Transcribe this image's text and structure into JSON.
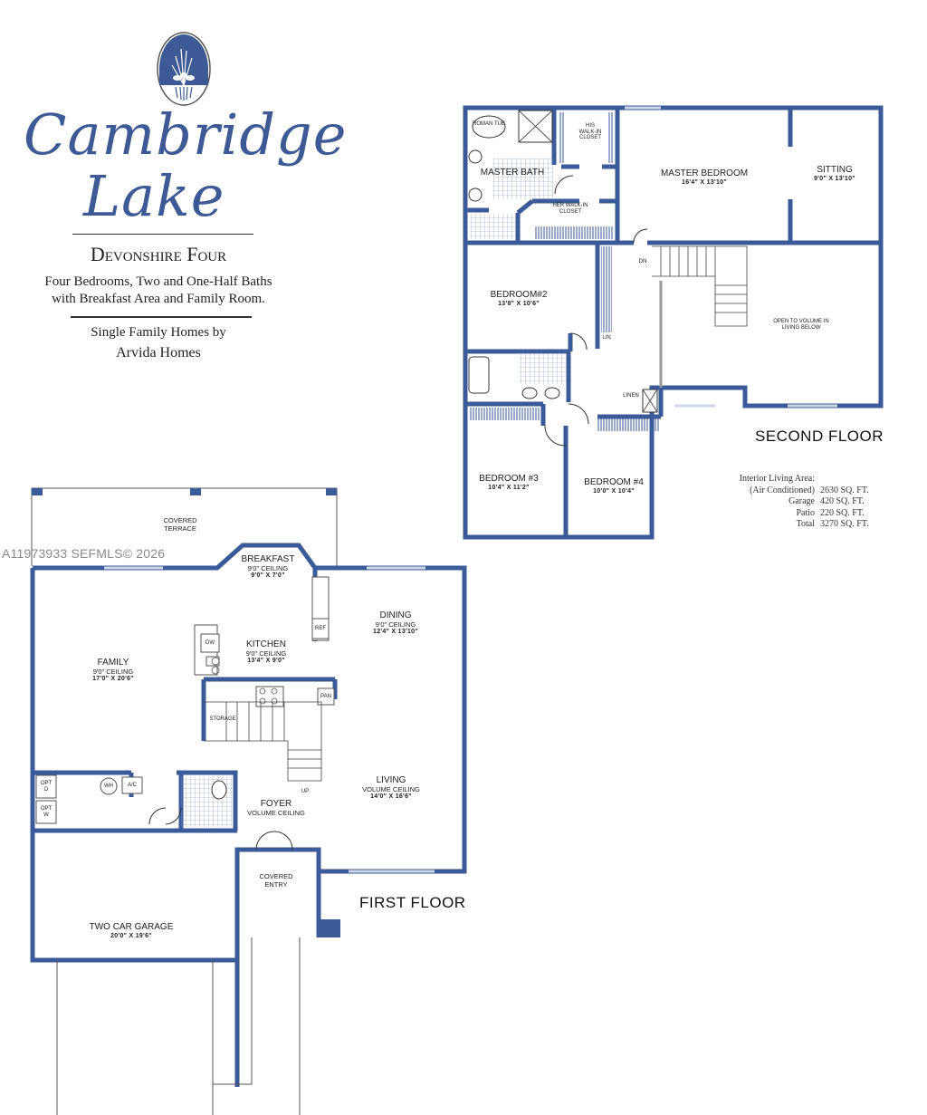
{
  "header": {
    "logo": "cambridge-lake-oval-emblem",
    "title_line1": "Cambridge",
    "title_line2": "Lake",
    "model_name": "Devonshire Four",
    "description_line1": "Four Bedrooms, Two and One-Half Baths",
    "description_line2": "with Breakfast Area and Family Room.",
    "builder_line1": "Single Family Homes by",
    "builder_line2": "Arvida Homes"
  },
  "colors": {
    "wall": "#3a5a9a",
    "logo": "#3d5a96",
    "text": "#222222",
    "watermark": "#8a8a8a"
  },
  "second_floor": {
    "title": "SECOND FLOOR",
    "rooms": [
      {
        "name": "ROMAN TUB",
        "dims": ""
      },
      {
        "name": "MASTER BATH",
        "dims": ""
      },
      {
        "name": "HIS WALK-IN CLOSET",
        "dims": ""
      },
      {
        "name": "HER WALK-IN CLOSET",
        "dims": ""
      },
      {
        "name": "MASTER BEDROOM",
        "dims": "16'4\" X 13'10\""
      },
      {
        "name": "SITTING",
        "dims": "9'0\" X 13'10\""
      },
      {
        "name": "BEDROOM#2",
        "dims": "13'8\" X 10'6\""
      },
      {
        "name": "LIN",
        "dims": ""
      },
      {
        "name": "LINEN",
        "dims": ""
      },
      {
        "name": "OPEN TO VOLUME IN LIVING BELOW",
        "dims": ""
      },
      {
        "name": "BEDROOM #3",
        "dims": "10'4\" X 11'2\""
      },
      {
        "name": "BEDROOM #4",
        "dims": "10'0\" X 10'4\""
      }
    ],
    "stair_label": "DN"
  },
  "area_summary": {
    "rows": [
      {
        "label": "Interior Living Area:",
        "value": ""
      },
      {
        "label": "(Air Conditioned)",
        "value": "2630 SQ. FT."
      },
      {
        "label": "Garage",
        "value": "420 SQ. FT."
      },
      {
        "label": "Patio",
        "value": "220 SQ. FT."
      },
      {
        "label": "Total",
        "value": "3270 SQ. FT."
      }
    ]
  },
  "first_floor": {
    "title": "FIRST FLOOR",
    "rooms": [
      {
        "name": "COVERED TERRACE",
        "ceiling": "",
        "dims": ""
      },
      {
        "name": "BREAKFAST",
        "ceiling": "9'0\" CEILING",
        "dims": "9'0\" X 7'0\""
      },
      {
        "name": "DINING",
        "ceiling": "9'0\" CEILING",
        "dims": "12'4\" X 13'10\""
      },
      {
        "name": "KITCHEN",
        "ceiling": "9'0\" CEILING",
        "dims": "13'4\" X 9'0\""
      },
      {
        "name": "FAMILY",
        "ceiling": "9'0\" CEILING",
        "dims": "17'0\" X 20'6\""
      },
      {
        "name": "STORAGE",
        "ceiling": "",
        "dims": ""
      },
      {
        "name": "LIVING",
        "ceiling": "VOLUME CEILING",
        "dims": "14'0\" X 16'6\""
      },
      {
        "name": "FOYER",
        "ceiling": "VOLUME CEILING",
        "dims": ""
      },
      {
        "name": "COVERED ENTRY",
        "ceiling": "",
        "dims": ""
      },
      {
        "name": "TWO CAR GARAGE",
        "ceiling": "",
        "dims": "20'0\" X 19'6\""
      }
    ],
    "fixtures": {
      "dw": "DW",
      "ref": "REF",
      "pan": "PAN",
      "wh": "WH",
      "ac": "A/C",
      "opt_d": "OPT D",
      "opt_w": "OPT W",
      "up": "UP"
    }
  },
  "watermark": "A11973933  SEFMLS© 2026"
}
